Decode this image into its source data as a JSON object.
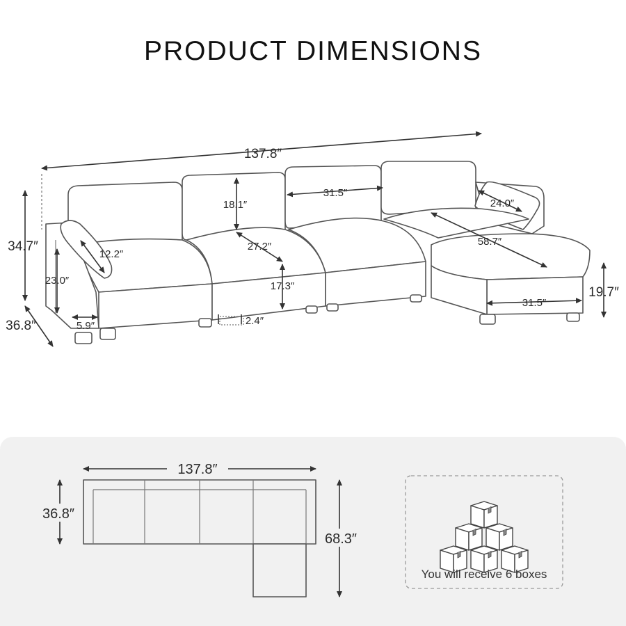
{
  "title": "PRODUCT DIMENSIONS",
  "dimensions_side": {
    "total_length": "137.8″",
    "height": "34.7″",
    "depth": "36.8″",
    "arm_height": "23.0″",
    "pillow_arm": "12.2″",
    "arm_width": "5.9″",
    "back_height": "18.1″",
    "back_width": "31.5″",
    "seat_depth": "27.2″",
    "seat_height": "17.3″",
    "leg_height": "2.4″",
    "pillow": "24.0″",
    "chaise_length": "58.7″",
    "ottoman_width": "31.5″",
    "ottoman_height": "19.7″"
  },
  "dimensions_top": {
    "length": "137.8″",
    "depth": "36.8″",
    "total_depth": "68.3″"
  },
  "boxes": {
    "caption": "You will receive 6 boxes",
    "count": 6
  }
}
